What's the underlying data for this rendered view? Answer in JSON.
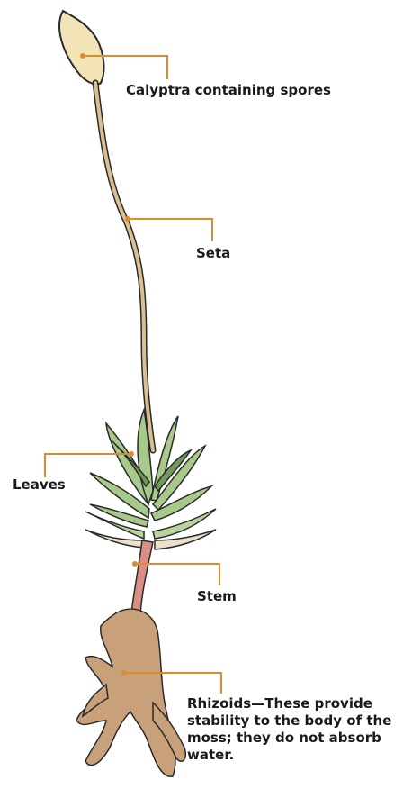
{
  "diagram": {
    "labels": {
      "calyptra": "Calyptra containing spores",
      "seta": "Seta",
      "leaves": "Leaves",
      "stem": "Stem",
      "rhizoids": "Rhizoids—These provide stability to the body of the moss; they do not absorb water."
    },
    "colors": {
      "leader_line": "#e08a2e",
      "leaf_green": "#a7c98a",
      "leaf_dark": "#6f9a5a",
      "seta_tan": "#d9c090",
      "stem_pink": "#d98f86",
      "rhizoid_brown": "#c8a07a",
      "outline": "#2a2a2a"
    }
  }
}
